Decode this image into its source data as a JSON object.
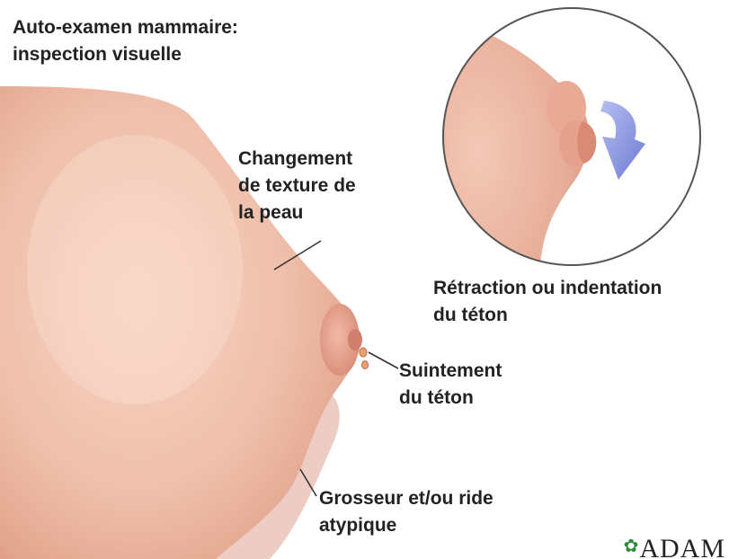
{
  "title": {
    "line1": "Auto-examen mammaire:",
    "line2": "inspection visuelle"
  },
  "labels": {
    "skin_texture": [
      "Changement",
      "de texture de",
      "la peau"
    ],
    "nipple_retraction": [
      "Rétraction ou indentation",
      "du téton"
    ],
    "nipple_discharge": [
      "Suintement",
      "du téton"
    ],
    "lump": [
      "Grosseur et/ou ride",
      "atypique"
    ]
  },
  "logo": {
    "text": "ADAM"
  },
  "colors": {
    "skin_light": "#f6d2c0",
    "skin_mid": "#ecb6a0",
    "skin_shadow": "#d9927b",
    "nipple": "#d88a76",
    "arrow": "#6f7bd6",
    "text": "#222222"
  }
}
